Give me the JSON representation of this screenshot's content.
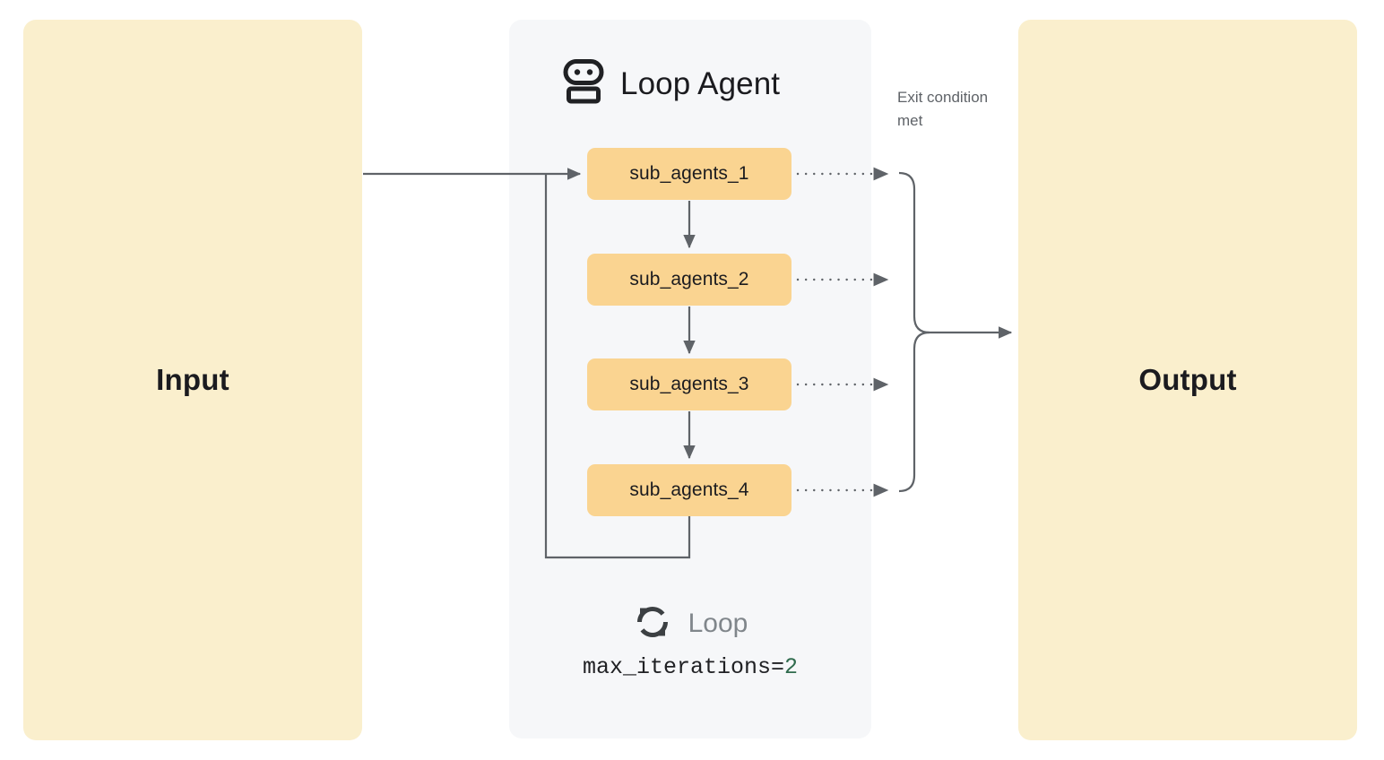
{
  "diagram": {
    "title": "Loop Agent workflow",
    "colors": {
      "io_panel_bg": "#FAEFCD",
      "agent_panel_bg": "#F6F7F9",
      "agent_box_bg": "#FAD491",
      "connector": "#5f6368",
      "accent_number": "#2f6b4d",
      "muted_text": "#80868b"
    }
  },
  "input": {
    "label": "Input"
  },
  "output": {
    "label": "Output"
  },
  "loop_agent": {
    "title": "Loop Agent",
    "icon": "robot-icon",
    "sub_agents": [
      {
        "label": "sub_agents_1"
      },
      {
        "label": "sub_agents_2"
      },
      {
        "label": "sub_agents_3"
      },
      {
        "label": "sub_agents_4"
      }
    ],
    "footer": {
      "icon": "loop-refresh-icon",
      "loop_label": "Loop",
      "max_iterations_key": "max_iterations=",
      "max_iterations_value": "2"
    }
  },
  "annotations": {
    "exit_condition": "Exit condition met"
  }
}
